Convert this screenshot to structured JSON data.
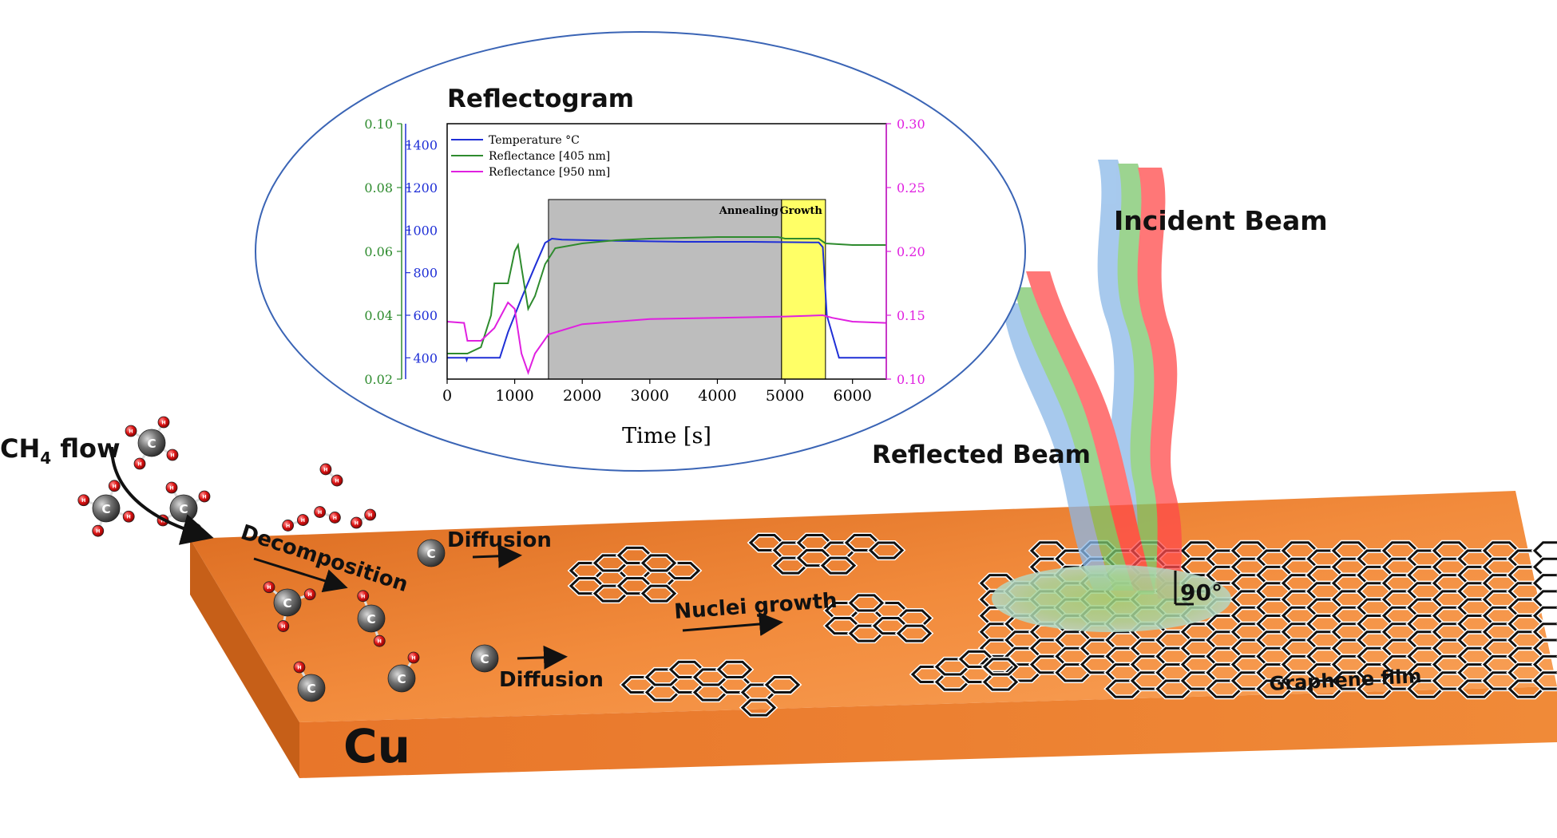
{
  "labels": {
    "ch4_flow": "CH4 flow",
    "ch4_main": "CH",
    "ch4_sub": "4",
    "ch4_tail": " flow",
    "decomposition": "Decomposition",
    "diffusion_top": "Diffusion",
    "diffusion_bottom": "Diffusion",
    "nuclei_growth": "Nuclei growth",
    "cu": "Cu",
    "graphene_film": "Graphene film",
    "incident_beam": "Incident Beam",
    "reflected_beam": "Reflected Beam",
    "angle": "90°",
    "atom_c": "C",
    "atom_h": "H"
  },
  "colors": {
    "copper_top": "#f28b3c",
    "copper_side": "#e06f22",
    "copper_front": "#ea7d2d",
    "beam_red": "#ff4a4a",
    "beam_green": "#7cc66b",
    "beam_blue": "#8ab8e8",
    "ellipse_stroke": "#3a64b5"
  },
  "chart_data": {
    "type": "line",
    "title": "Reflectogram",
    "xlabel": "Time [s]",
    "xlim": [
      0,
      6500
    ],
    "x_ticks": [
      "0",
      "1000",
      "2000",
      "3000",
      "4000",
      "5000",
      "6000"
    ],
    "axes": {
      "temperature": {
        "side": "left-inner",
        "color": "#1f2fd6",
        "range": [
          300,
          1500
        ],
        "ticks": [
          "400",
          "600",
          "800",
          "1000",
          "1200",
          "1400"
        ]
      },
      "r405": {
        "side": "left-outer",
        "color": "#2e8b2e",
        "range": [
          0.02,
          0.1
        ],
        "ticks": [
          "0.02",
          "0.04",
          "0.06",
          "0.08",
          "0.10"
        ]
      },
      "r950": {
        "side": "right",
        "color": "#e020e0",
        "range": [
          0.1,
          0.3
        ],
        "ticks": [
          "0.10",
          "0.15",
          "0.20",
          "0.25",
          "0.30"
        ]
      }
    },
    "regions": [
      {
        "label": "Annealing",
        "x_start": 1500,
        "x_end": 4950,
        "color": "#bdbdbd"
      },
      {
        "label": "Growth",
        "x_start": 4950,
        "x_end": 5600,
        "color": "#ffff66"
      }
    ],
    "series": [
      {
        "name": "Temperature °C",
        "axis": "temperature",
        "color": "#1f2fd6",
        "x": [
          0,
          280,
          290,
          300,
          780,
          900,
          1100,
          1300,
          1450,
          1550,
          1700,
          2500,
          3500,
          4500,
          5500,
          5560,
          5620,
          5800,
          6500
        ],
        "y": [
          400,
          400,
          390,
          400,
          400,
          520,
          680,
          830,
          940,
          960,
          955,
          950,
          945,
          945,
          942,
          920,
          600,
          400,
          400
        ]
      },
      {
        "name": "Reflectance [405 nm]",
        "axis": "r405",
        "color": "#2e8b2e",
        "x": [
          0,
          300,
          500,
          650,
          700,
          800,
          900,
          1000,
          1050,
          1100,
          1200,
          1300,
          1450,
          1600,
          2000,
          2500,
          3000,
          4000,
          4900,
          5000,
          5500,
          5600,
          6000,
          6500
        ],
        "y": [
          0.028,
          0.028,
          0.03,
          0.04,
          0.05,
          0.05,
          0.05,
          0.06,
          0.062,
          0.055,
          0.042,
          0.046,
          0.056,
          0.061,
          0.0625,
          0.0635,
          0.064,
          0.0645,
          0.0645,
          0.064,
          0.064,
          0.0625,
          0.062,
          0.062
        ]
      },
      {
        "name": "Reflectance [950 nm]",
        "axis": "r950",
        "color": "#e020e0",
        "x": [
          0,
          250,
          300,
          500,
          700,
          900,
          1000,
          1100,
          1200,
          1300,
          1500,
          2000,
          3000,
          4000,
          5000,
          5560,
          5700,
          6000,
          6500
        ],
        "y": [
          0.145,
          0.144,
          0.13,
          0.13,
          0.14,
          0.16,
          0.155,
          0.12,
          0.105,
          0.12,
          0.135,
          0.143,
          0.147,
          0.148,
          0.149,
          0.15,
          0.148,
          0.145,
          0.144
        ]
      }
    ],
    "legend": {
      "placement": "top-left"
    }
  }
}
